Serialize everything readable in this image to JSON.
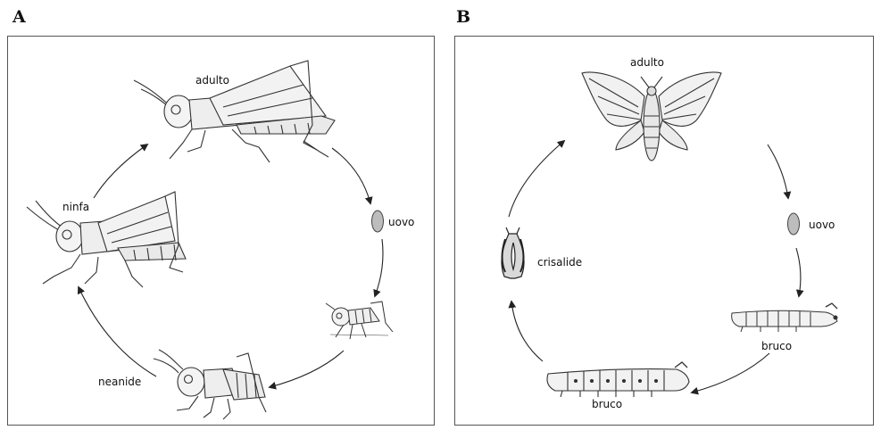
{
  "panels": [
    {
      "letter": "A",
      "stages": {
        "adult": "adulto",
        "egg": "uovo",
        "neanide": "neanide",
        "nymph": "ninfa"
      }
    },
    {
      "letter": "B",
      "stages": {
        "adult": "adulto",
        "egg": "uovo",
        "larva_1": "bruco",
        "larva_2": "bruco",
        "pupa": "crisalide"
      }
    }
  ],
  "colors": {
    "egg_fill": "#bdbdbd",
    "line": "#222222"
  }
}
